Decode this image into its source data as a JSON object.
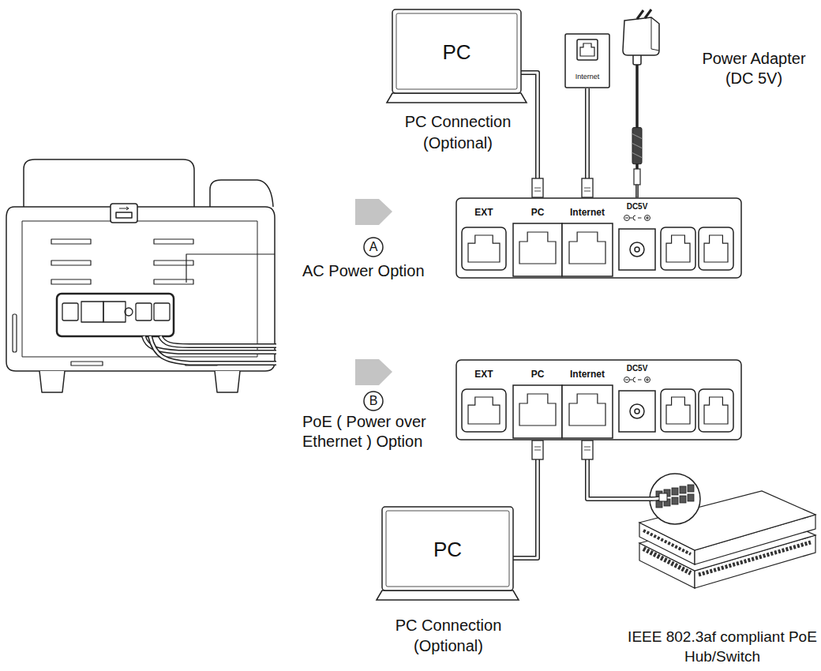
{
  "diagram": {
    "nodes": [
      {
        "text": [
          "PC",
          "PC Connection (Optional)"
        ]
      },
      {
        "text": [
          "Internet"
        ]
      },
      {
        "text": [
          "Power Adapter (DC 5V)"
        ]
      },
      {
        "text": [
          "EXT",
          "PC",
          "Internet",
          "DC5V"
        ]
      },
      {
        "text": [
          "EXT",
          "PC",
          "Internet",
          "DC5V"
        ]
      },
      {
        "text": [
          "PC",
          "PC Connection (Optional)"
        ]
      },
      {
        "text": [
          "IEEE 802.3af compliant PoE Hub/Switch"
        ]
      }
    ],
    "edges": [
      {
        "from": 0,
        "to": 3,
        "arrow": "none"
      },
      {
        "from": 1,
        "to": 3,
        "arrow": "none"
      },
      {
        "from": 2,
        "to": 3,
        "arrow": "none"
      },
      {
        "from": 4,
        "to": 5,
        "arrow": "none"
      },
      {
        "from": 4,
        "to": 6,
        "arrow": "none"
      }
    ],
    "labels": [
      "A",
      "AC Power Option",
      "B",
      "PoE ( Power over Ethernet ) Option"
    ]
  }
}
